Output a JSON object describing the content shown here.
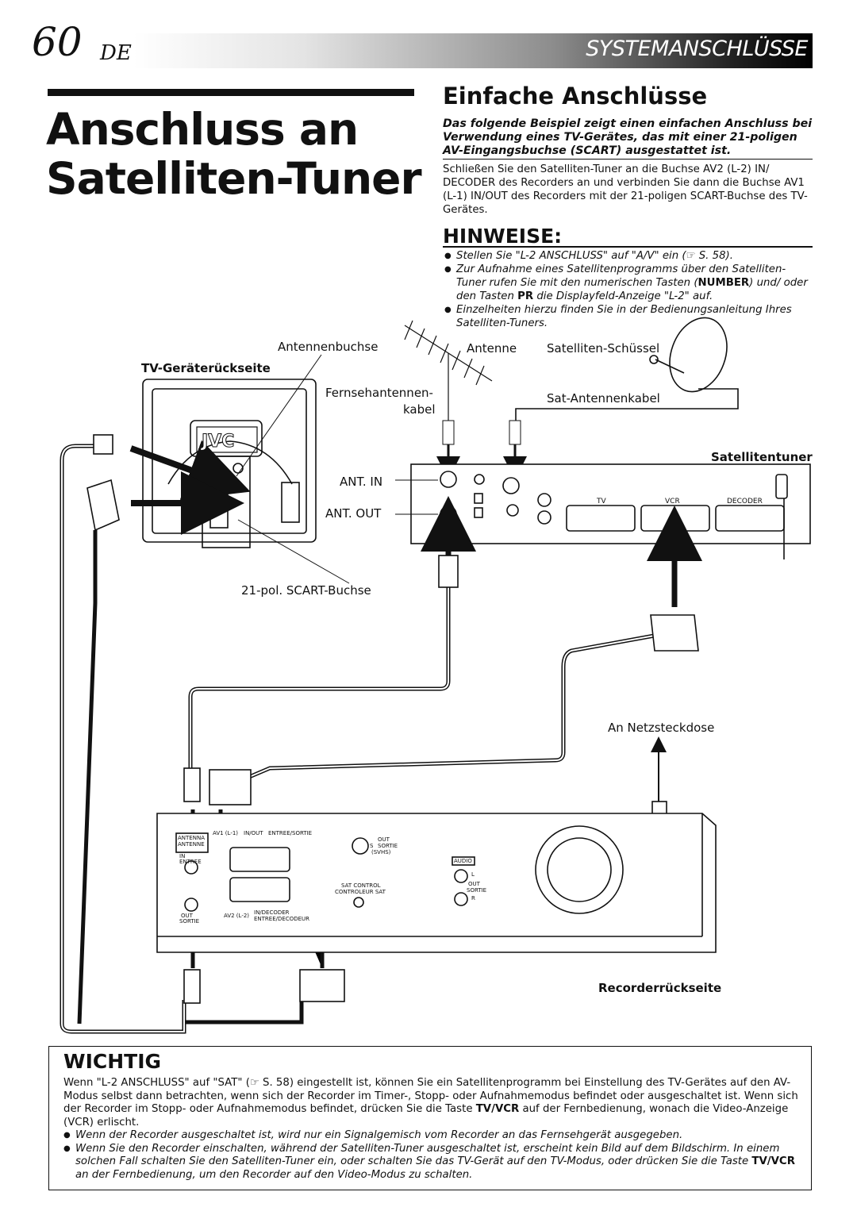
{
  "header": {
    "page_number": "60",
    "language": "DE",
    "section": "SYSTEMANSCHLÜSSE"
  },
  "title": {
    "line1": "Anschluss an",
    "line2": "Satelliten-Tuner"
  },
  "section": {
    "heading": "Einfache Anschlüsse",
    "intro": "Das folgende Beispiel zeigt einen einfachen Anschluss bei Verwendung eines TV-Gerätes, das mit einer 21-poligen AV-Eingangsbuchse (SCART) ausgestattet ist.",
    "paragraph": "Schließen Sie den Satelliten-Tuner an die Buchse AV2 (L-2) IN/ DECODER des Recorders an und verbinden Sie dann die Buchse AV1 (L-1) IN/OUT des Recorders mit der 21-poligen SCART-Buchse des TV-Gerätes."
  },
  "hinweise": {
    "title": "HINWEISE:",
    "note1": "Stellen Sie \"L-2 ANSCHLUSS\" auf \"A/V\" ein (☞ S. 58).",
    "note2_a": "Zur Aufnahme eines Satellitenprogramms über den Satelliten-Tuner rufen Sie mit den numerischen Tasten (",
    "note2_b": "NUMBER",
    "note2_c": ") und/ oder den Tasten ",
    "note2_d": "PR",
    "note2_e": " die Displayfeld-Anzeige \"L-2\" auf.",
    "note3": "Einzelheiten hierzu finden Sie in der Bedienungsanleitung Ihres Satelliten-Tuners."
  },
  "diagram": {
    "antennenbuchse": "Antennenbuchse",
    "tv_rueckseite": "TV-Geräterückseite",
    "antenne": "Antenne",
    "satelliten_schuessel": "Satelliten-Schüssel",
    "fernsehantennen": "Fernsehantennen-",
    "kabel": "kabel",
    "sat_antennenkabel": "Sat-Antennenkabel",
    "satellitentuner": "Satellitentuner",
    "ant_in": "ANT. IN",
    "ant_out": "ANT. OUT",
    "scart_buchse": "21-pol. SCART-Buchse",
    "tuner_tv": "TV",
    "tuner_vcr": "VCR",
    "tuner_decoder": "DECODER",
    "netzsteckdose": "An Netzsteckdose",
    "recorder_rueckseite": "Recorderrückseite",
    "tv_brand": "JVC",
    "rec_antenna": "ANTENNA",
    "rec_antenne": "ANTENNE",
    "rec_in": "IN",
    "rec_entree": "ENTREE",
    "rec_out": "OUT",
    "rec_sortie": "SORTIE",
    "rec_av1": "AV1 (L-1)",
    "rec_inout": "IN/OUT",
    "rec_entree_sortie": "ENTREE/SORTIE",
    "rec_av2": "AV2 (L-2)",
    "rec_indecoder": "IN/DECODER",
    "rec_entree_decodeur": "ENTREE/DECODEUR",
    "rec_s": "S",
    "rec_svhs": "(SVHS)",
    "rec_sat_control": "SAT CONTROL",
    "rec_controleur_sat": "CONTROLEUR SAT",
    "rec_audio": "AUDIO",
    "rec_l": "L",
    "rec_r": "R"
  },
  "wichtig": {
    "title": "WICHTIG",
    "text_a": "Wenn \"L-2 ANSCHLUSS\" auf \"SAT\" (☞ S. 58) eingestellt ist, können Sie ein Satellitenprogramm bei Einstellung des TV-Gerätes auf den AV-Modus selbst dann betrachten, wenn sich der Recorder im Timer-, Stopp- oder Aufnahmemodus befindet oder ausgeschaltet ist. Wenn sich der Recorder im Stopp- oder Aufnahmemodus befindet, drücken Sie die Taste ",
    "text_b": "TV/VCR",
    "text_c": " auf der Fernbedienung, wonach die Video-Anzeige (VCR) erlischt.",
    "note1": "Wenn der Recorder ausgeschaltet ist, wird nur ein Signalgemisch vom Recorder an das Fernsehgerät ausgegeben.",
    "note2_a": "Wenn Sie den Recorder einschalten, während der Satelliten-Tuner ausgeschaltet ist, erscheint kein Bild auf dem Bildschirm. In einem solchen Fall schalten Sie den Satelliten-Tuner ein, oder schalten Sie das TV-Gerät auf den TV-Modus, oder drücken Sie die Taste ",
    "note2_b": "TV/VCR",
    "note2_c": " an der Fernbedienung, um den Recorder auf den Video-Modus zu schalten."
  }
}
